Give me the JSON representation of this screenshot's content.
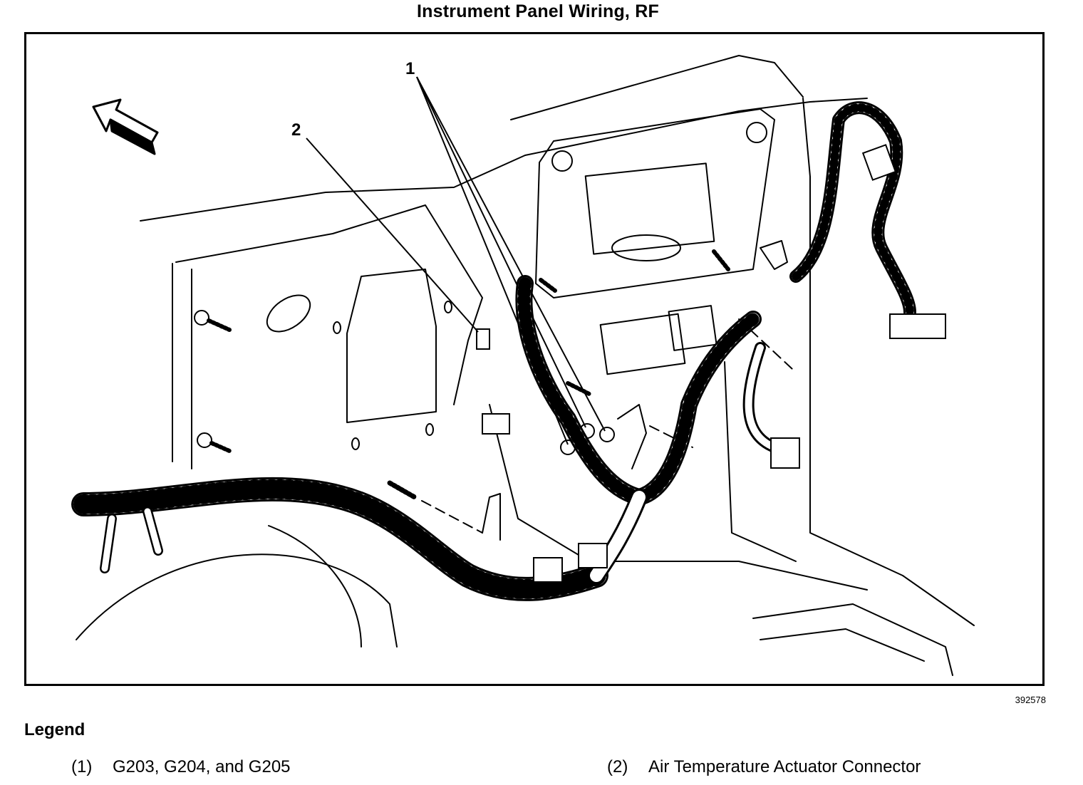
{
  "title": "Instrument Panel Wiring, RF",
  "figure_number": "392578",
  "callouts": [
    "1",
    "2"
  ],
  "legend": {
    "heading": "Legend",
    "items": [
      {
        "num": "(1)",
        "text": "G203, G204, and G205"
      },
      {
        "num": "(2)",
        "text": "Air Temperature Actuator Connector"
      }
    ]
  }
}
